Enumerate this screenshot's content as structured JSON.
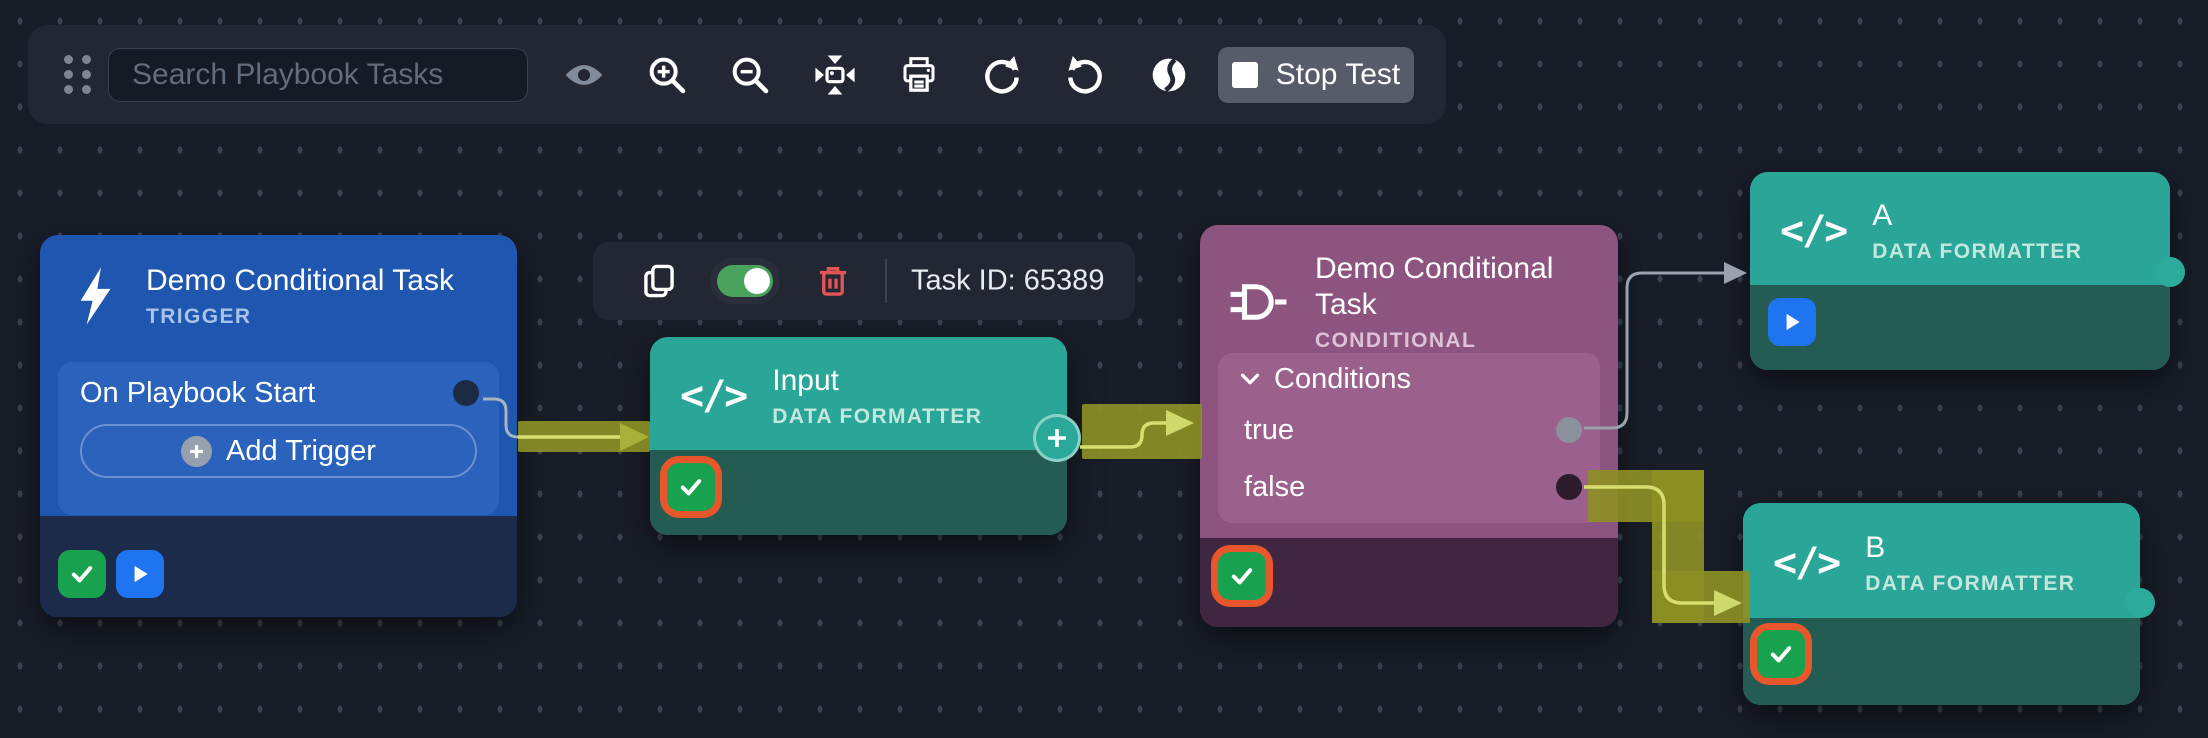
{
  "toolbar": {
    "search_placeholder": "Search Playbook Tasks",
    "stop_test_label": "Stop Test",
    "icons": [
      "drag-handle",
      "search",
      "visibility",
      "zoom-in",
      "zoom-out",
      "fit-view",
      "print",
      "redo",
      "undo",
      "globe",
      "stop"
    ]
  },
  "task_toolbar": {
    "task_id": "Task ID: 65389",
    "icons": [
      "copy",
      "enabled-toggle",
      "delete"
    ]
  },
  "nodes": {
    "trigger": {
      "title": "Demo Conditional Task",
      "type_label": "TRIGGER",
      "event_label": "On Playbook Start",
      "add_trigger_label": "Add Trigger"
    },
    "input": {
      "title": "Input",
      "type_label": "DATA FORMATTER"
    },
    "conditional": {
      "title": "Demo Conditional Task",
      "type_label": "CONDITIONAL",
      "section_label": "Conditions",
      "branch_true": "true",
      "branch_false": "false"
    },
    "node_a": {
      "title": "A",
      "type_label": "DATA FORMATTER"
    },
    "node_b": {
      "title": "B",
      "type_label": "DATA FORMATTER"
    }
  },
  "colors": {
    "canvas_bg": "#191d28",
    "toolbar_bg": "#232733",
    "trigger_header": "#1e56b0",
    "trigger_panel": "#2b62bc",
    "trigger_footer": "#1c2b4a",
    "formatter_header": "#29a697",
    "formatter_body": "#245c54",
    "conditional_header": "#8e5480",
    "conditional_panel": "#9b608c",
    "conditional_footer": "#402640",
    "path_highlight_olive": "#8c8f24",
    "edge_line_yellow": "#d6de6f",
    "edge_line_gray": "#9aa2ae",
    "success_green": "#18a14e",
    "run_blue": "#1f75ef",
    "selected_ring_orange": "#e8562b",
    "delete_red": "#e05555",
    "toggle_green": "#4aa35d"
  }
}
